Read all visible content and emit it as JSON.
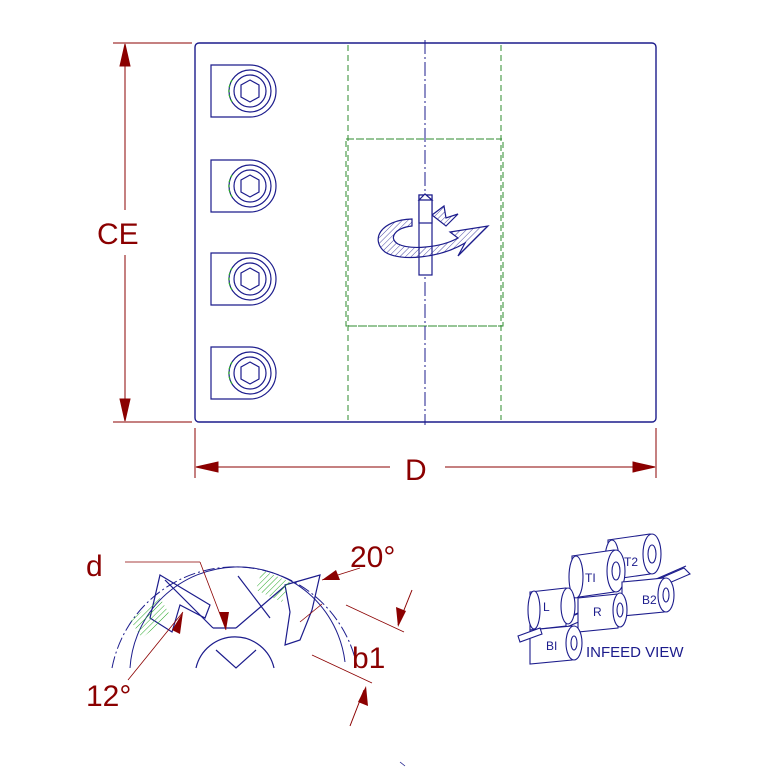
{
  "colors": {
    "outline": "#1c1c8c",
    "dimension": "#8b0000",
    "hidden_line": "#2e8b2e",
    "hatch": "#2aa82a"
  },
  "dimensions": {
    "height": "CE",
    "width": "D",
    "diameter": "d",
    "clearance_angle": "20°",
    "cutting_angle": "12°",
    "knife_width": "b1"
  },
  "infeed_view": {
    "title": "INFEED VIEW",
    "labels": [
      "T2",
      "TI",
      "B2",
      "L",
      "R",
      "BI"
    ]
  },
  "icons": {
    "screw": "hex-socket-screw-icon",
    "rotation": "rotation-direction-arrow-icon"
  }
}
